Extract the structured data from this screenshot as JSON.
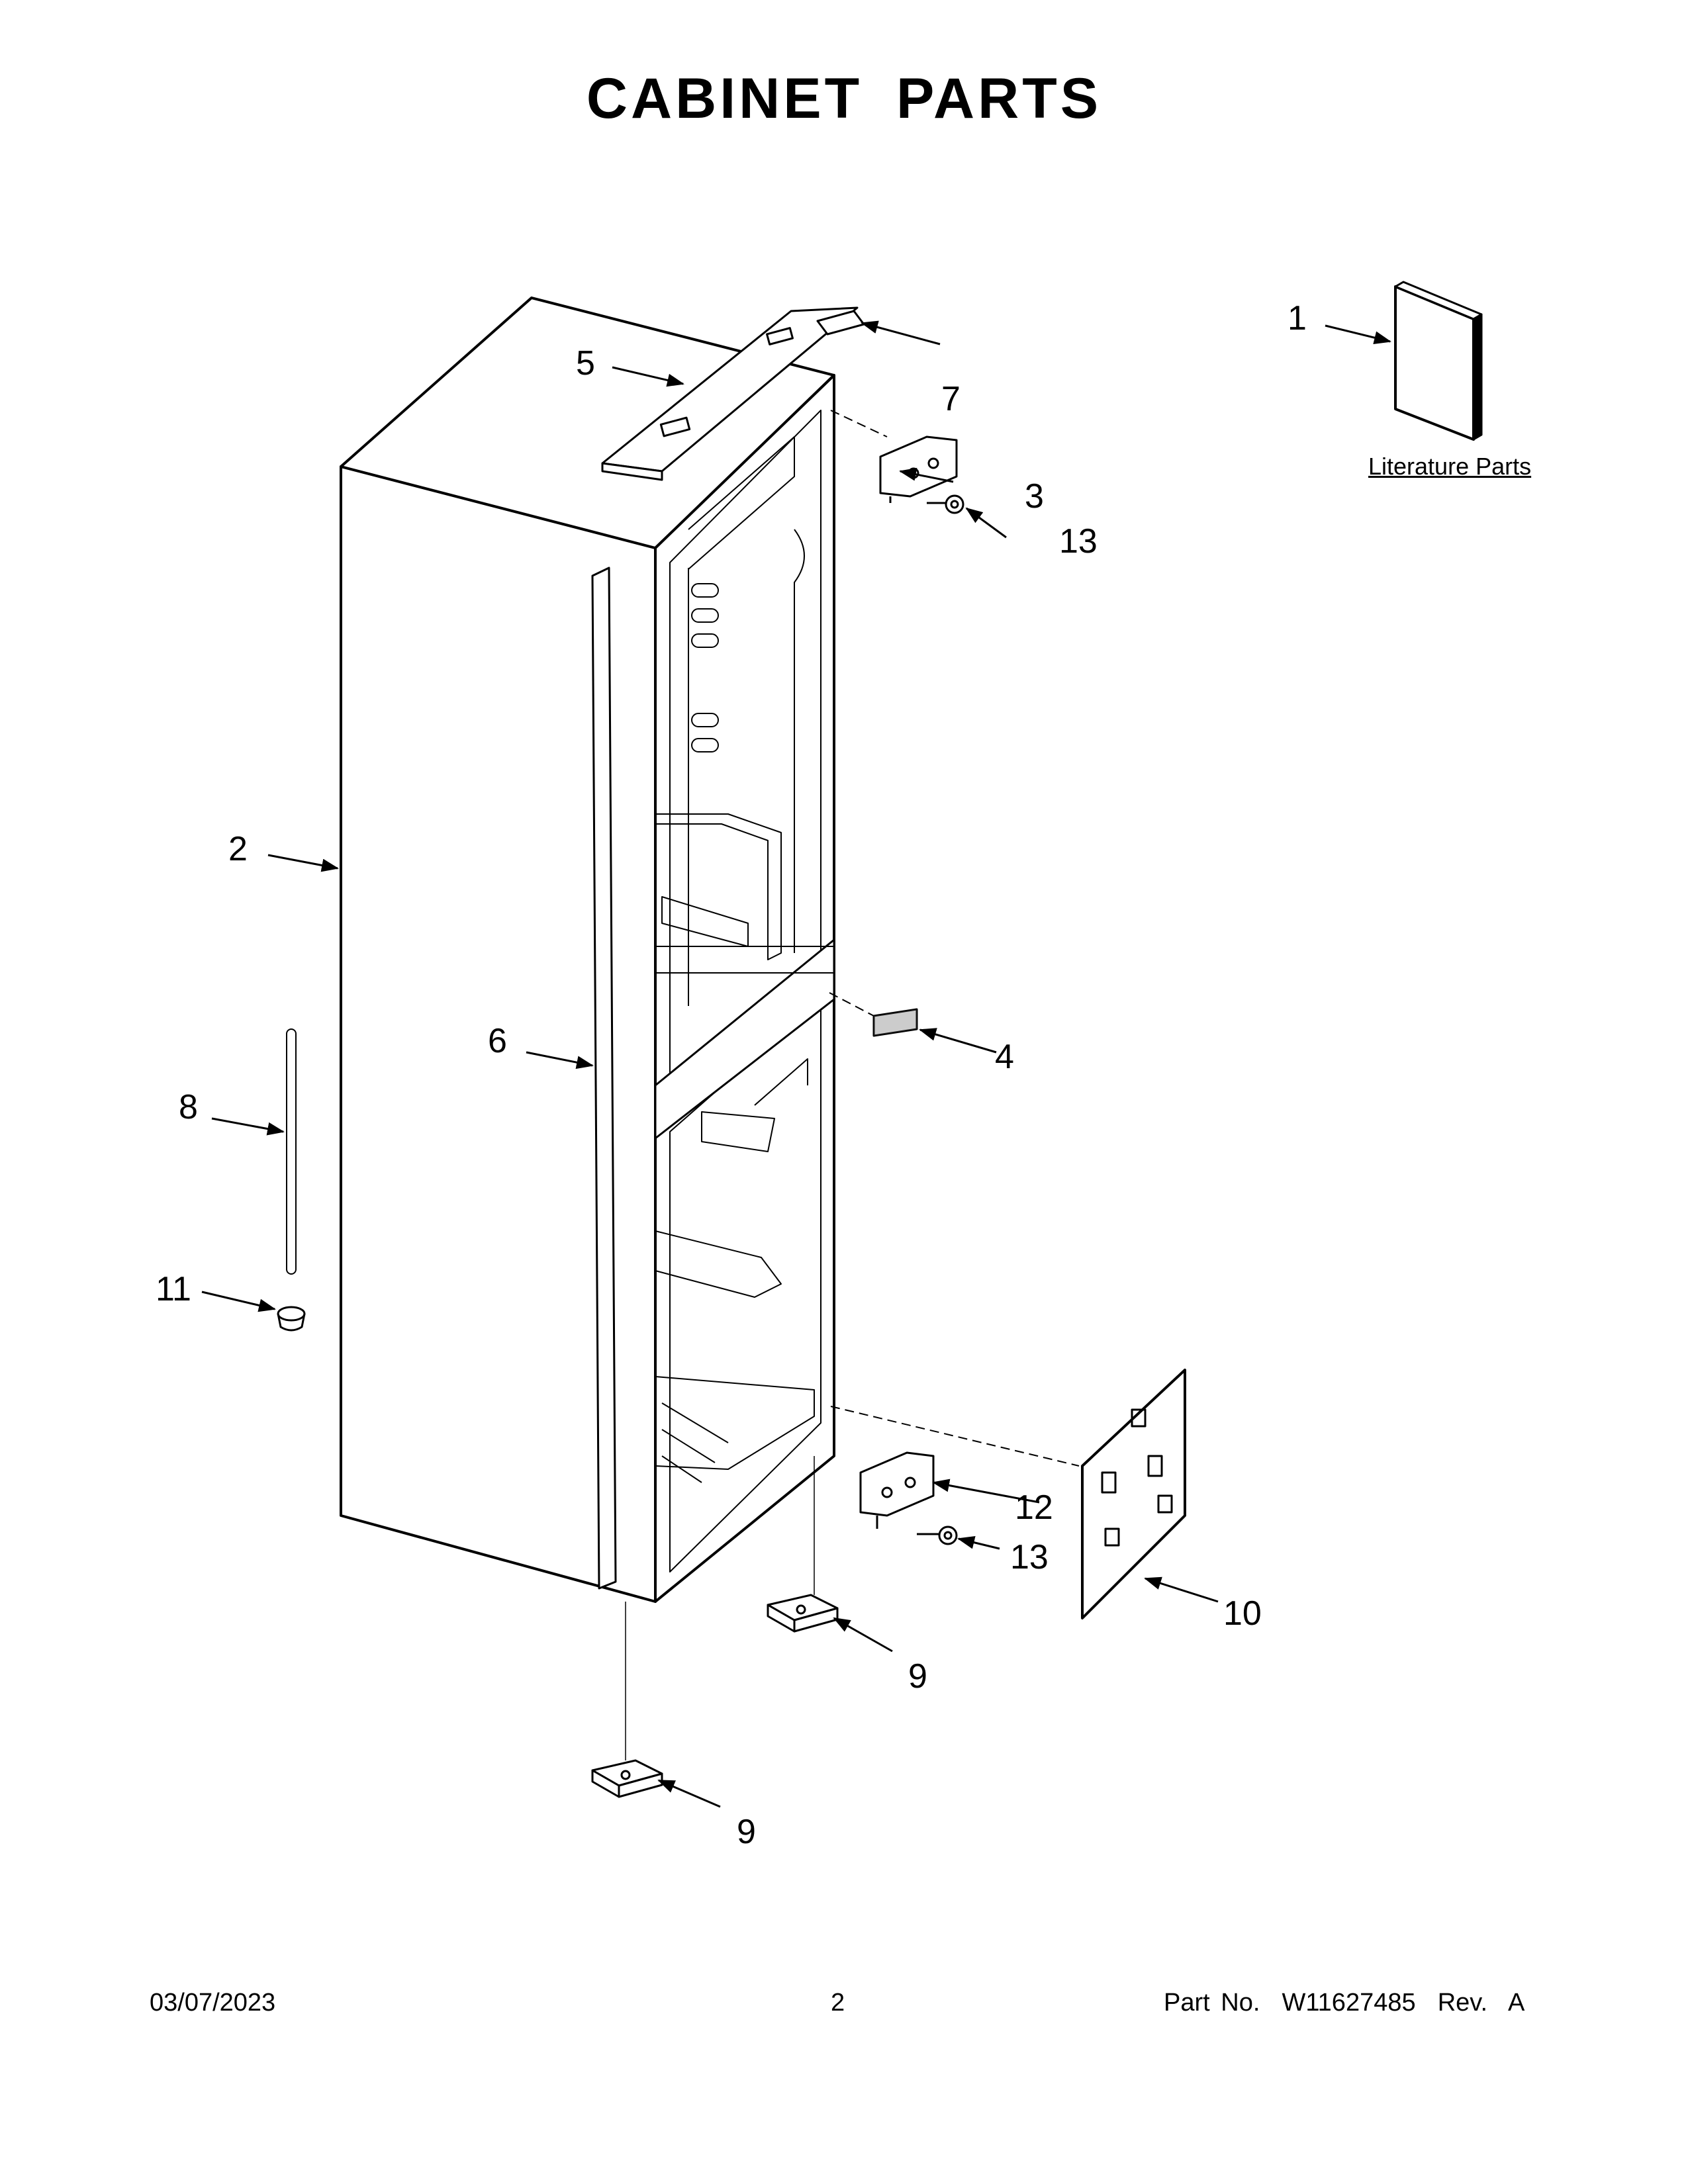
{
  "title": "CABINET PARTS",
  "literature_label": "Literature Parts",
  "callouts": [
    "1",
    "2",
    "3",
    "4",
    "5",
    "6",
    "7",
    "8",
    "9",
    "9",
    "10",
    "11",
    "12",
    "13",
    "13"
  ],
  "footer": {
    "date": "03/07/2023",
    "page": "2",
    "part_info": "Part No.  W11627485  Rev.  A"
  }
}
